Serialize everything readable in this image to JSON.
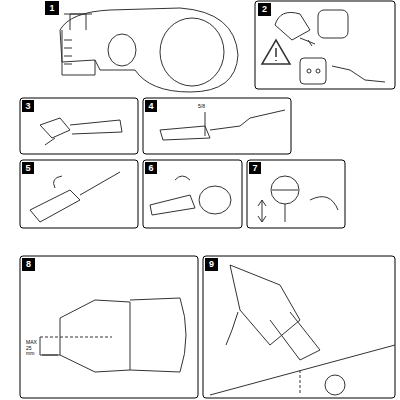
{
  "diagram": {
    "nodes": [
      {
        "text": [
          "1"
        ]
      },
      {
        "text": [
          "2"
        ]
      },
      {
        "text": [
          "3"
        ]
      },
      {
        "text": [
          "4"
        ]
      },
      {
        "text": [
          "5"
        ]
      },
      {
        "text": [
          "6"
        ]
      },
      {
        "text": [
          "7"
        ]
      },
      {
        "text": [
          "8"
        ]
      },
      {
        "text": [
          "9"
        ]
      }
    ],
    "labels": [
      "5/8",
      "MAX 25 mm"
    ]
  }
}
